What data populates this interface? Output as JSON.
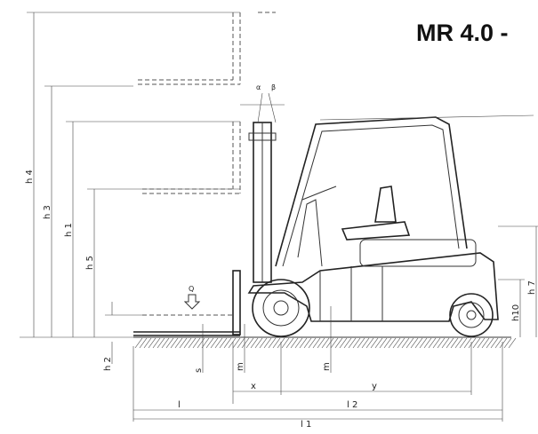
{
  "title": "MR 4.0 -",
  "labels": {
    "h4": "h 4",
    "h3": "h 3",
    "h1": "h 1",
    "h5": "h 5",
    "h2": "h 2",
    "h7": "h 7",
    "h10": "h10",
    "s": "s",
    "m1": "m",
    "m2": "m",
    "x": "x",
    "y": "y",
    "l": "l",
    "l2": "l 2",
    "l1": "l 1",
    "alpha": "α",
    "beta": "β",
    "Q": "Q"
  },
  "colors": {
    "line": "#333333",
    "text": "#111111"
  }
}
